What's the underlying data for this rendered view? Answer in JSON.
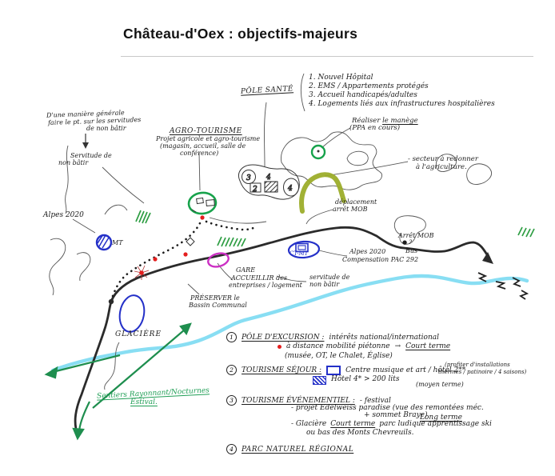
{
  "title": "Château-d'Oex : objectifs-majeurs",
  "pole_sante": {
    "label": "PÔLE SANTÉ",
    "items": [
      "1. Nouvel Hôpital",
      "2. EMS / Appartements protégés",
      "3. Accueil handicapés/adultes",
      "4. Logements liés aux infrastructures hospitalières"
    ]
  },
  "labels": {
    "note_generale": [
      "D'une manière générale",
      "faire le pt. sur les servitudes",
      "de non bâtir"
    ],
    "servitude_left": [
      "Servitude de",
      "non bâtir"
    ],
    "agro_title": "AGRO-TOURISME",
    "agro_lines": [
      "Projet agricole et agro-tourisme",
      "(magasin, accueil, salle de",
      "conférence)"
    ],
    "realiser_pre": "Réaliser",
    "realiser_underlined": "le manège",
    "realiser_line2": "(PPA en cours)",
    "secteur": [
      "- secteur à redonner",
      "à l'agriculture."
    ],
    "alpes_left": "Alpes 2020",
    "mt": "MT",
    "deplacement": [
      "déplacement",
      "arrêt MOB"
    ],
    "arret_mob": "Arrêt MOB",
    "arret_mob_note": "● ?",
    "bus": "Bus",
    "ct_mt": "CT-MT",
    "alpes_right": [
      "Alpes 2020",
      "Compensation PAC 292"
    ],
    "gare": [
      "GARE",
      "ACCUEILLIR des",
      "entreprises / logement"
    ],
    "servitude_mid": [
      "servitude de",
      "non bâtir"
    ],
    "preserver": [
      "PRÉSERVER le",
      "Bassin Communal"
    ],
    "glaciere": "GLACIÈRE",
    "sentiers": [
      "Sentiers Rayonnant/Nocturnes",
      "Estival."
    ],
    "cluster": {
      "n3": "3",
      "n2": "2",
      "n4a": "4",
      "n4b": "4"
    }
  },
  "legend": {
    "item1": {
      "num": "1",
      "title": "PÔLE D'EXCURSION :",
      "text": "intérêts national/international",
      "line2": "à distance mobilité piétonne",
      "term": "Court terme",
      "line3": "(musée, OT, le Chalet, Église)"
    },
    "item2": {
      "num": "2",
      "title": "TOURISME SÉJOUR :",
      "line1": "Centre musique et art / hôtel 2**",
      "paren1": "(profiter d'installations",
      "paren2": "thermes / patinoire / 4 saisons)",
      "line2": "Hôtel 4* > 200 lits",
      "term": "(moyen terme)"
    },
    "item3": {
      "num": "3",
      "title": "TOURISME ÉVÉNEMENTIEL :",
      "line1": "- festival",
      "line2": "- projet Edelweiss paradise (vue des remontées méc.",
      "line2b": "+ sommet Braye)",
      "term2": "Long terme",
      "line3a": "- Glacière",
      "term3": "Court terme",
      "line3b": "parc ludique apprentissage ski",
      "line4": "ou bas des Monts Chevreuils."
    },
    "item4": {
      "num": "4",
      "title": "PARC NATUREL RÉGIONAL"
    }
  },
  "icons": {
    "arrow_right": "→"
  },
  "colors": {
    "ink": "#1c1c1c",
    "blue": "#2430c8",
    "green": "#18a24c",
    "dark_green": "#1e8e4e",
    "magenta": "#cc2fc4",
    "olive": "#9cad2a",
    "river": "#7bdaf2",
    "red": "#e41e1e",
    "road": "#2b2b2b"
  }
}
